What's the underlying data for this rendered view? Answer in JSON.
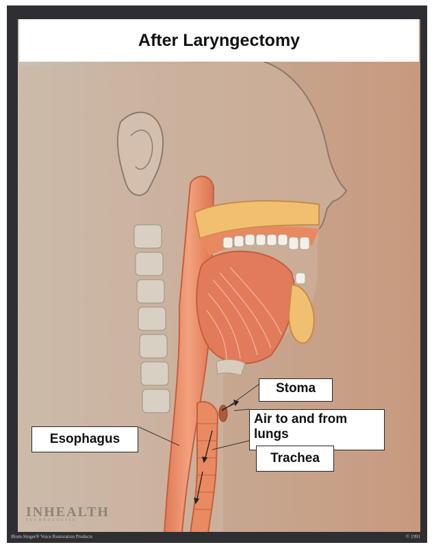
{
  "title": "After Laryngectomy",
  "labels": {
    "stoma": "Stoma",
    "air_line1": "Air to and from",
    "air_line2": "lungs",
    "esophagus": "Esophagus",
    "trachea": "Trachea"
  },
  "brand": {
    "logo_text": "INHEALTH",
    "logo_sub": "TECHNOLOGIES",
    "footer_left": "Blom-Singer® Voice Restoration Products",
    "footer_right": "© 1991"
  },
  "colors": {
    "frame": "#2e2f33",
    "background": "#c8a78f",
    "tissue": "#e8895f",
    "bone": "#f0c070",
    "muscle": "#e07a5a"
  }
}
